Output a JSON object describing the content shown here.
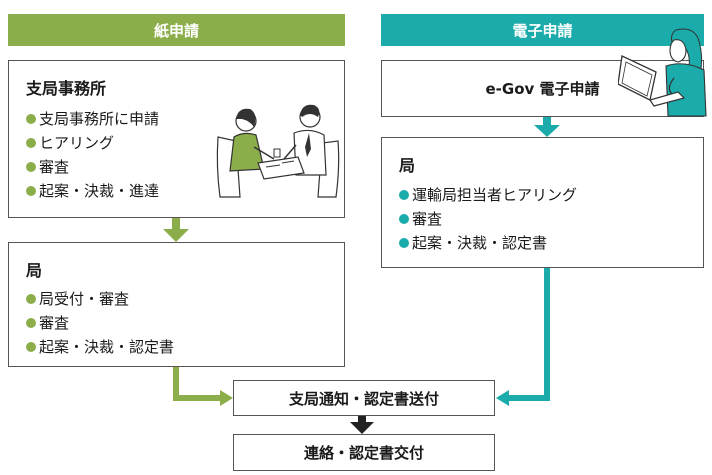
{
  "colors": {
    "paper_accent": "#8cae4a",
    "electronic_accent": "#1aabaa",
    "dark_arrow": "#222222",
    "border": "#555555",
    "dot_paper": "#8cae4a",
    "dot_electronic": "#1aabaa"
  },
  "paper": {
    "header": "紙申請",
    "branch_office": {
      "title": "支局事務所",
      "items": [
        "支局事務所に申請",
        "ヒアリング",
        "審査",
        "起案・決裁・進達"
      ]
    },
    "bureau": {
      "title": "局",
      "items": [
        "局受付・審査",
        "審査",
        "起案・決裁・認定書"
      ]
    }
  },
  "electronic": {
    "header": "電子申請",
    "egov": {
      "title": "e-Gov 電子申請"
    },
    "bureau": {
      "title": "局",
      "items": [
        "運輸局担当者ヒアリング",
        "審査",
        "起案・決裁・認定書"
      ]
    }
  },
  "common": {
    "notice": "支局通知・認定書送付",
    "delivery": "連絡・認定書交付"
  },
  "illustrations": [
    "meeting-people-icon",
    "laptop-user-icon"
  ]
}
